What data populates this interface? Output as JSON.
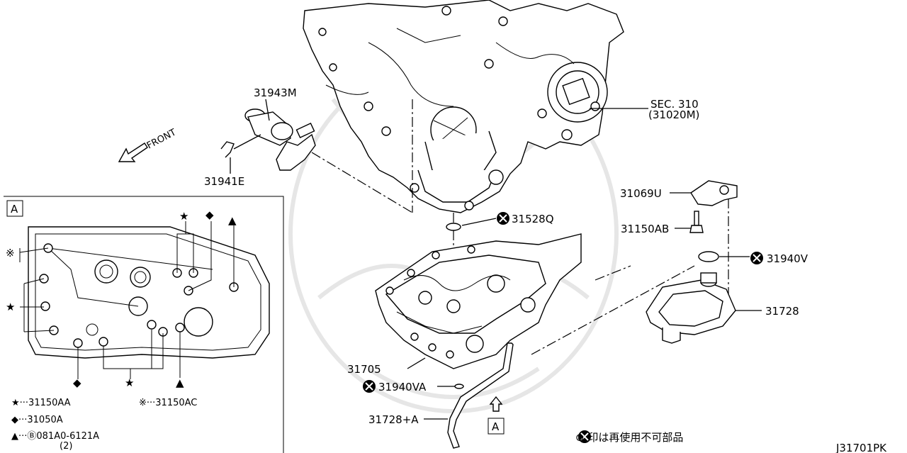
{
  "labels": {
    "p31943M": "31943M",
    "p31941E": "31941E",
    "front": "FRONT",
    "sec310": "SEC. 310",
    "sec310_sub": "(31020M)",
    "p31528Q": "31528Q",
    "p31069U": "31069U",
    "p31150AB": "31150AB",
    "p31940V": "31940V",
    "p31728": "31728",
    "p31705": "31705",
    "p31940VA": "31940VA",
    "p31728A": "31728+A",
    "viewA": "A",
    "inset_tag": "A"
  },
  "legend": {
    "star": "★···31150AA",
    "diamond": "◆···31050A",
    "triangle": "▲···Ⓑ081A0-6121A",
    "triangle_qty": "(2)",
    "kome": "※···31150AC"
  },
  "note": "⊗ 印は再使用不可部品",
  "diagram_code": "J31701PK"
}
